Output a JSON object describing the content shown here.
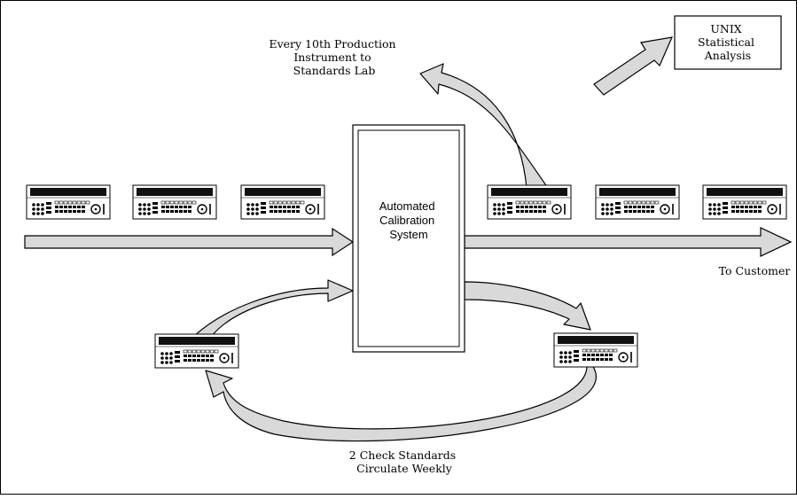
{
  "labels": {
    "production_to_lab": [
      "Every 10th Production",
      "Instrument to",
      "Standards Lab"
    ],
    "unix_box": [
      "UNIX",
      "Statistical",
      "Analysis"
    ],
    "calibration_system": [
      "Automated",
      "Calibration",
      "System"
    ],
    "to_customer": "To Customer",
    "check_standards": [
      "2 Check Standards",
      "Circulate Weekly"
    ]
  },
  "colors": {
    "arrow_fill": "#d9d9d9",
    "stroke": "#000000",
    "instrument_display": "#111111",
    "background": "#ffffff"
  },
  "icons": {
    "instrument": "calibrator-instrument-icon"
  }
}
